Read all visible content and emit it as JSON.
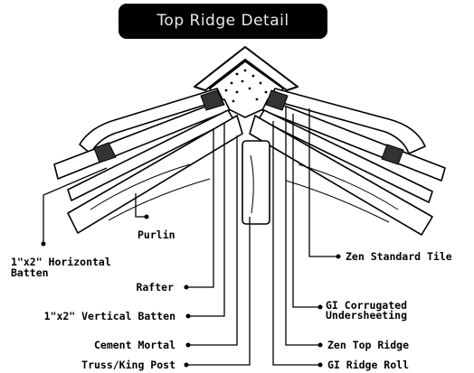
{
  "title": "Top Ridge Detail",
  "labels": {
    "horizontal_batten": [
      "1\"x2\" Horizontal",
      "Batten"
    ],
    "purlin": "Purlin",
    "rafter": "Rafter",
    "vertical_batten": "1\"x2\" Vertical Batten",
    "cement_mortal": "Cement Mortal",
    "truss_king_post": "Truss/King Post",
    "zen_standard_tile": "Zen Standard Tile",
    "gi_corrugated_undersheeting": [
      "GI Corrugated",
      "Undersheeting"
    ],
    "zen_top_ridge": "Zen Top Ridge",
    "gi_ridge_roll": "GI Ridge Roll"
  }
}
